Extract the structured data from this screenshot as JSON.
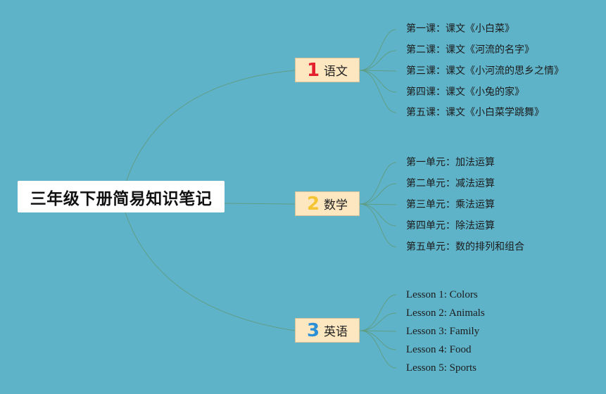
{
  "root": {
    "title": "三年级下册简易知识笔记"
  },
  "branches": [
    {
      "number": "1",
      "label": "语文",
      "number_color": "#e5202e",
      "items": [
        "第一课：课文《小白菜》",
        "第二课：课文《河流的名字》",
        "第三课：课文《小河流的思乡之情》",
        "第四课：课文《小兔的家》",
        "第五课：课文《小白菜学跳舞》"
      ]
    },
    {
      "number": "2",
      "label": "数学",
      "number_color": "#f5c432",
      "items": [
        "第一单元：加法运算",
        "第二单元：减法运算",
        "第三单元：乘法运算",
        "第四单元：除法运算",
        "第五单元：数的排列和组合"
      ]
    },
    {
      "number": "3",
      "label": "英语",
      "number_color": "#2d8fd6",
      "items": [
        "Lesson 1: Colors",
        "Lesson 2: Animals",
        "Lesson 3: Family",
        "Lesson 4: Food",
        "Lesson 5: Sports"
      ]
    }
  ],
  "colors": {
    "background": "#5fb3c9",
    "connector": "#5f9e86",
    "branch_fill": "#fce7c0"
  }
}
